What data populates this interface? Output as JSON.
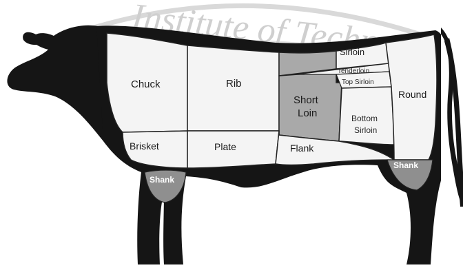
{
  "watermark": {
    "text": "Institute of Techn"
  },
  "cuts": {
    "chuck": "Chuck",
    "rib": "Rib",
    "sirloin": "Sirloin",
    "tenderloin": "Tenderloin",
    "top_sirloin": "Top Sirloin",
    "short_loin_line1": "Short",
    "short_loin_line2": "Loin",
    "round": "Round",
    "bottom_sirloin_line1": "Bottom",
    "bottom_sirloin_line2": "Sirloin",
    "brisket": "Brisket",
    "plate": "Plate",
    "flank": "Flank",
    "fore_shank": "Shank",
    "hind_shank": "Shank"
  },
  "colors": {
    "hide": "#151515",
    "cut_fill": "#f4f4f4",
    "shaded_cut": "#a9a9a9",
    "shank_shaded": "#8f8f8f",
    "divider": "#222222",
    "watermark": "#cfcfcf"
  }
}
